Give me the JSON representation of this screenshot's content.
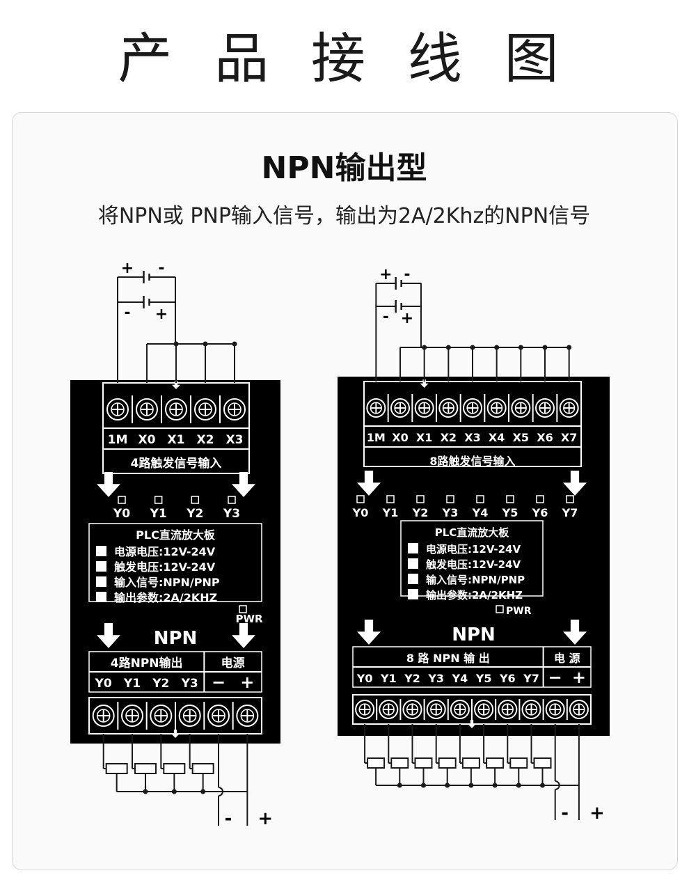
{
  "page": {
    "title": "产 品 接 线 图",
    "heading": "NPN输出型",
    "subtitle": "将NPN或 PNP输入信号，输出为2A/2Khz的NPN信号"
  },
  "colors": {
    "board": "#000000",
    "line": "#1a1a1a",
    "label": "#ffffff"
  },
  "boards": [
    {
      "id": "board4",
      "input_terminals": [
        "1M",
        "X0",
        "X1",
        "X2",
        "X3"
      ],
      "input_caption": "4路触发信号输入",
      "leds": [
        "Y0",
        "Y1",
        "Y2",
        "Y3"
      ],
      "info_title": "PLC直流放大板",
      "info_lines": [
        "电源电压:12V-24V",
        "触发电压:12V-24V",
        "输入信号:NPN/PNP",
        "输出参数:2A/2KHZ"
      ],
      "pwr": "PWR",
      "npn": "NPN",
      "output_caption": "4路NPN输出",
      "power_caption": "电源",
      "output_terminals": [
        "Y0",
        "Y1",
        "Y2",
        "Y3"
      ],
      "power_terminals": [
        "−",
        "+"
      ],
      "supply_signs": [
        "+",
        "-",
        "-",
        "+"
      ],
      "bottom_signs": [
        "-",
        "+"
      ]
    },
    {
      "id": "board8",
      "input_terminals": [
        "1M",
        "X0",
        "X1",
        "X2",
        "X3",
        "X4",
        "X5",
        "X6",
        "X7"
      ],
      "input_caption": "8路触发信号输入",
      "leds": [
        "Y0",
        "Y1",
        "Y2",
        "Y3",
        "Y4",
        "Y5",
        "Y6",
        "Y7"
      ],
      "info_title": "PLC直流放大板",
      "info_lines": [
        "电源电压:12V-24V",
        "触发电压:12V-24V",
        "输入信号:NPN/PNP",
        "输出参数:2A/2KHZ"
      ],
      "pwr": "PWR",
      "npn": "NPN",
      "output_caption": "8 路 NPN 输 出",
      "power_caption": "电 源",
      "output_terminals": [
        "Y0",
        "Y1",
        "Y2",
        "Y3",
        "Y4",
        "Y5",
        "Y6",
        "Y7"
      ],
      "power_terminals": [
        "−",
        "+"
      ],
      "supply_signs": [
        "+",
        "-",
        "-",
        "+"
      ],
      "bottom_signs": [
        "-",
        "+"
      ]
    }
  ]
}
